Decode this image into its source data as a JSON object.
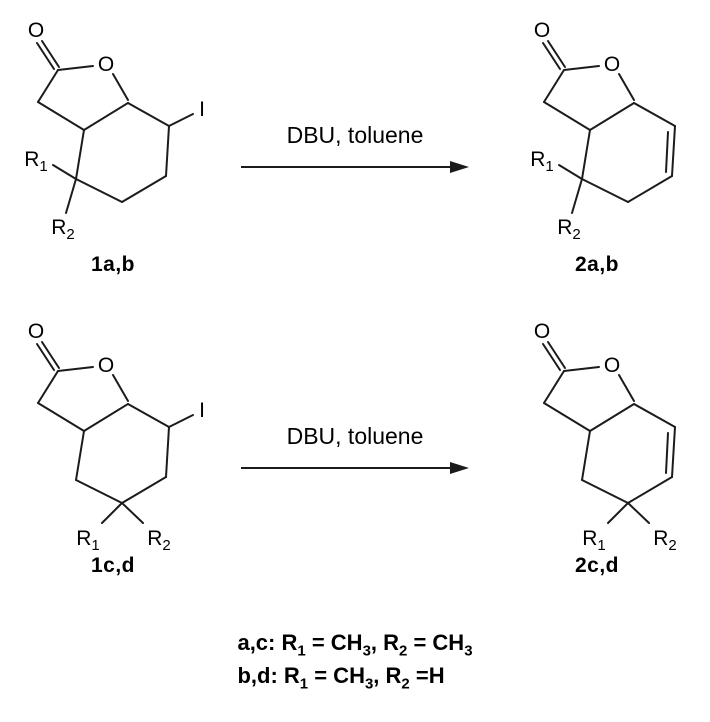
{
  "symbols": {
    "o": "O",
    "i": "I",
    "r": "R",
    "n1": "1",
    "n2": "2"
  },
  "reactions": [
    {
      "conditions": "DBU, toluene",
      "reactant": {
        "label": "1a,b"
      },
      "product": {
        "label": "2a,b"
      }
    },
    {
      "conditions": "DBU, toluene",
      "reactant": {
        "label": "1c,d"
      },
      "product": {
        "label": "2c,d"
      }
    }
  ],
  "legend": {
    "line1": [
      {
        "t": "a,c: R"
      },
      {
        "t": "1",
        "sub": true
      },
      {
        "t": " = CH"
      },
      {
        "t": "3",
        "sub": true
      },
      {
        "t": ", R"
      },
      {
        "t": "2",
        "sub": true
      },
      {
        "t": " = CH"
      },
      {
        "t": "3",
        "sub": true
      }
    ],
    "line2": [
      {
        "t": "b,d: R"
      },
      {
        "t": "1",
        "sub": true
      },
      {
        "t": " = CH"
      },
      {
        "t": "3",
        "sub": true
      },
      {
        "t": ", R"
      },
      {
        "t": "2",
        "sub": true
      },
      {
        "t": " =H"
      }
    ]
  },
  "colors": {
    "ink": "#1b1b1b",
    "background": "#ffffff"
  }
}
